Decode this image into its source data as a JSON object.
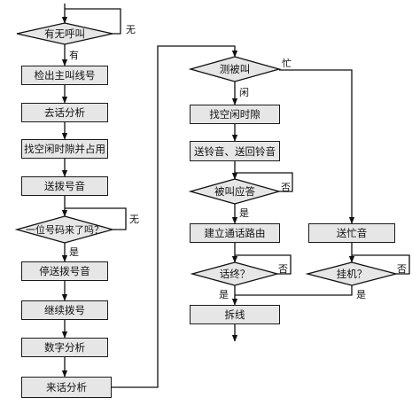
{
  "boxes": {
    "check_main_number": "检出主叫线号",
    "outgoing_analysis": "去话分析",
    "find_free_slot_occupy": "找空闲时隙并占用",
    "send_dial_tone": "送拨号音",
    "stop_dial_tone": "停送拨号音",
    "continue_dialing": "继续拨号",
    "digit_analysis": "数字分析",
    "incoming_analysis": "来话分析",
    "find_free_slot": "找空闲时隙",
    "send_ring_tones": "送铃音、送回铃音",
    "build_call_path": "建立通话路由",
    "teardown": "拆线",
    "send_busy_tone": "送忙音"
  },
  "decisions": {
    "any_call": "有无呼叫",
    "first_digit": "一位号码来了吗？",
    "test_called": "测被叫",
    "called_answer": "被叫应答",
    "call_end": "话终？",
    "hang_up": "挂机？"
  },
  "labels": {
    "none": "无",
    "have": "有",
    "none2": "无",
    "yes": "是",
    "busy": "忙",
    "idle": "闲",
    "no1": "否",
    "yes2": "是",
    "no2": "否",
    "yes3": "是",
    "no3": "否",
    "yes4": "是"
  }
}
